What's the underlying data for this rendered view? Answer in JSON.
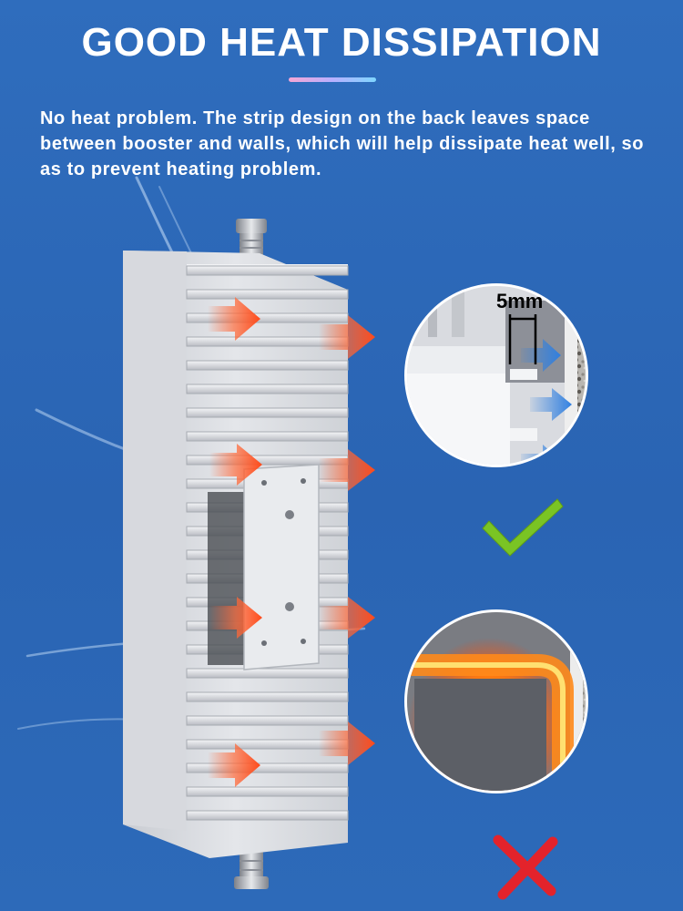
{
  "header": {
    "title": "GOOD HEAT DISSIPATION",
    "description": "No heat problem. The strip design on the back leaves space between booster and walls, which will help dissipate heat well, so as to prevent heating problem."
  },
  "detail_good": {
    "gap_label": "5mm",
    "result_icon": "checkmark-icon"
  },
  "detail_bad": {
    "result_icon": "cross-icon"
  },
  "colors": {
    "background": "#2c67b6",
    "heat_arrow": "#ff5a2a",
    "airflow_arrow": "#2f7fe0",
    "check": "#7ac424",
    "cross": "#e3232b",
    "heat_glow": "#ff6a00"
  }
}
